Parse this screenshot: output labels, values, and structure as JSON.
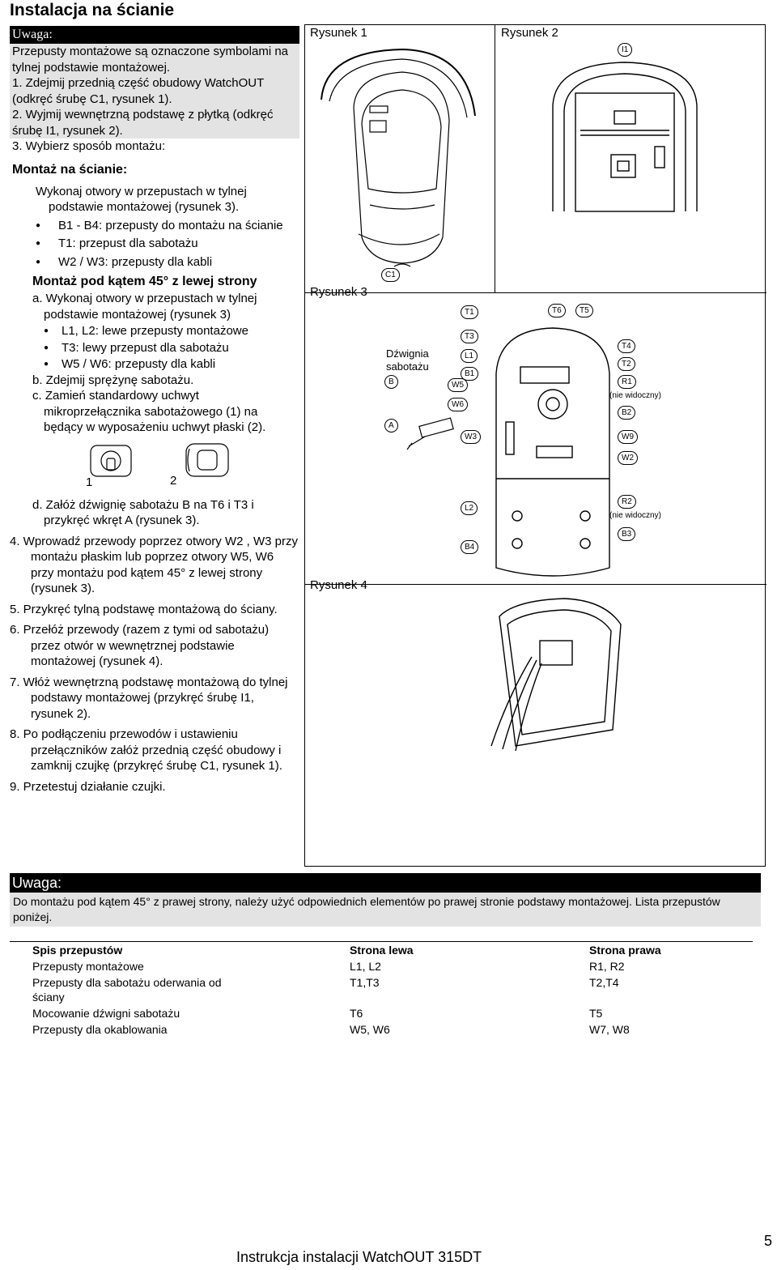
{
  "page_title": "Instalacja na ścianie",
  "note_top": {
    "head": "Uwaga:",
    "body": "Przepusty montażowe są oznaczone symbolami na tylnej podstawie montażowej.",
    "step1": "1. Zdejmij przednią część obudowy WatchOUT (odkręć śrubę C1, rysunek 1).",
    "step2": "2. Wyjmij wewnętrzną podstawę z płytką (odkręć śrubę I1, rysunek 2)."
  },
  "step3": "3. Wybierz sposób montażu:",
  "wall_heading": "Montaż na ścianie:",
  "wall_text": "Wykonaj otwory w przepustach w tylnej podstawie montażowej (rysunek 3).",
  "wall_bullets": [
    "B1 - B4: przepusty do montażu na ścianie",
    "T1: przepust dla sabotażu",
    "W2 / W3: przepusty dla kabli"
  ],
  "angle_heading": "Montaż pod kątem 45° z lewej strony",
  "angle_a": "a. Wykonaj otwory w przepustach w tylnej podstawie montażowej (rysunek 3)",
  "angle_bullets": [
    "L1, L2: lewe przepusty montażowe",
    "T3: lewy przepust dla sabotażu",
    "W5 / W6: przepusty dla kabli"
  ],
  "angle_b": "b. Zdejmij sprężynę sabotażu.",
  "angle_c": "c. Zamień standardowy uchwyt mikroprzełącznika sabotażowego (1) na będący w wyposażeniu uchwyt płaski (2).",
  "handle_labels": [
    "1",
    "2"
  ],
  "angle_d": "d. Załóż dźwignię sabotażu B na T6 i T3 i przykręć wkręt A (rysunek 3).",
  "steps": [
    "4. Wprowadź przewody poprzez otwory W2 , W3 przy montażu płaskim lub poprzez otwory W5, W6 przy montażu pod kątem 45° z lewej strony (rysunek 3).",
    "5. Przykręć tylną podstawę montażową do ściany.",
    "6. Przełóż przewody (razem z tymi od sabotażu) przez otwór w wewnętrznej podstawie montażowej (rysunek 4).",
    "7. Włóż wewnętrzną podstawę montażową do tylnej podstawy montażowej (przykręć śrubę I1, rysunek 2).",
    "8. Po podłączeniu przewodów i ustawieniu przełączników załóż przednią część obudowy i zamknij czujkę (przykręć śrubę C1, rysunek 1).",
    "9. Przetestuj działanie czujki."
  ],
  "figures": {
    "fig1_label": "Rysunek 1",
    "fig2_label": "Rysunek 2",
    "fig3_label": "Rysunek 3",
    "fig4_label": "Rysunek 4",
    "c1": "C1",
    "i1": "I1",
    "lever_label": "Dźwignia sabotażu",
    "b": "B",
    "a": "A",
    "not_visible_1": "(nie widoczny)",
    "not_visible_2": "(nie widoczny)",
    "callouts": {
      "t1": "T1",
      "t6": "T6",
      "t5": "T5",
      "t3": "T3",
      "l1": "L1",
      "b1": "B1",
      "w5": "W5",
      "w6": "W6",
      "w3": "W3",
      "t4": "T4",
      "t2": "T2",
      "r1": "R1",
      "b2": "B2",
      "w9": "W9",
      "w2": "W2",
      "l2": "L2",
      "r2": "R2",
      "b3": "B3",
      "b4": "B4"
    }
  },
  "note_bottom": {
    "head": "Uwaga:",
    "body": "Do montażu pod kątem 45° z prawej strony, należy użyć odpowiednich elementów po prawej stronie  podstawy montażowej. Lista przepustów poniżej."
  },
  "table": {
    "headers": [
      "Spis przepustów",
      "Strona lewa",
      "Strona prawa"
    ],
    "rows": [
      [
        "Przepusty montażowe",
        "L1, L2",
        "R1, R2"
      ],
      [
        "Przepusty dla sabotażu oderwania od ściany",
        "T1,T3",
        "T2,T4"
      ],
      [
        "Mocowanie dźwigni sabotażu",
        "T6",
        "T5"
      ],
      [
        "Przepusty dla okablowania",
        "W5, W6",
        "W7, W8"
      ]
    ]
  },
  "footer": "Instrukcja instalacji WatchOUT 315DT",
  "page_number": "5"
}
